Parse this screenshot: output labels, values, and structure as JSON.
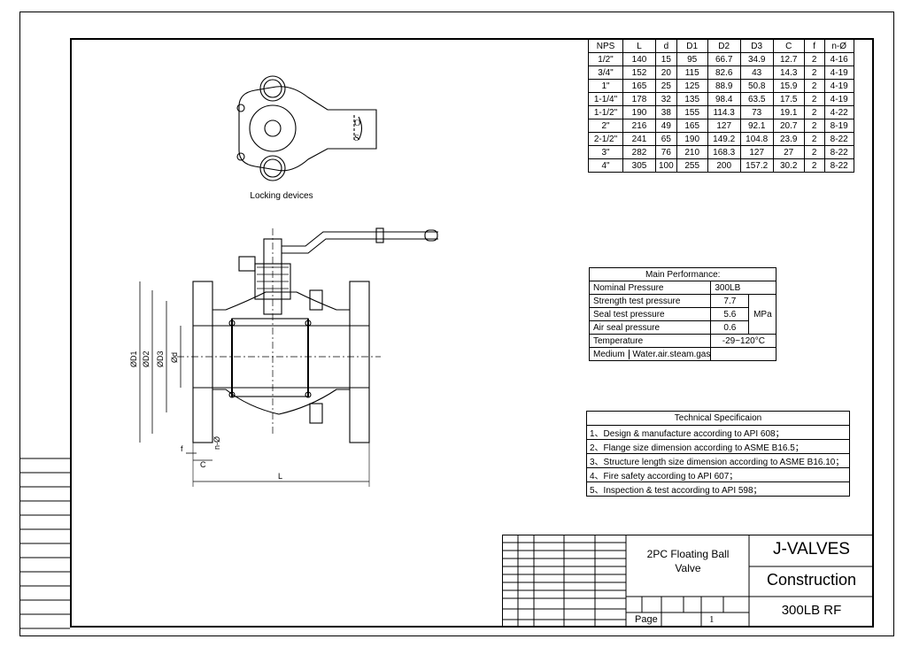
{
  "dimension_table": {
    "headers": [
      "NPS",
      "L",
      "d",
      "D1",
      "D2",
      "D3",
      "C",
      "f",
      "n-Ø"
    ],
    "rows": [
      [
        "1/2\"",
        "140",
        "15",
        "95",
        "66.7",
        "34.9",
        "12.7",
        "2",
        "4-16"
      ],
      [
        "3/4\"",
        "152",
        "20",
        "115",
        "82.6",
        "43",
        "14.3",
        "2",
        "4-19"
      ],
      [
        "1\"",
        "165",
        "25",
        "125",
        "88.9",
        "50.8",
        "15.9",
        "2",
        "4-19"
      ],
      [
        "1-1/4\"",
        "178",
        "32",
        "135",
        "98.4",
        "63.5",
        "17.5",
        "2",
        "4-19"
      ],
      [
        "1-1/2\"",
        "190",
        "38",
        "155",
        "114.3",
        "73",
        "19.1",
        "2",
        "4-22"
      ],
      [
        "2\"",
        "216",
        "49",
        "165",
        "127",
        "92.1",
        "20.7",
        "2",
        "8-19"
      ],
      [
        "2-1/2\"",
        "241",
        "65",
        "190",
        "149.2",
        "104.8",
        "23.9",
        "2",
        "8-22"
      ],
      [
        "3\"",
        "282",
        "76",
        "210",
        "168.3",
        "127",
        "27",
        "2",
        "8-22"
      ],
      [
        "4\"",
        "305",
        "100",
        "255",
        "200",
        "157.2",
        "30.2",
        "2",
        "8-22"
      ]
    ]
  },
  "main_performance": {
    "title": "Main Performance:",
    "rows": [
      {
        "label": "Nominal Pressure",
        "value": "300LB"
      },
      {
        "label": "Strength test pressure",
        "value": "7.7"
      },
      {
        "label": "Seal test pressure",
        "value": "5.6"
      },
      {
        "label": "Air seal pressure",
        "value": "0.6"
      },
      {
        "label": "Temperature",
        "value": "-29~120°C"
      },
      {
        "label": "Medium",
        "value": "Water.air.steam.gas"
      }
    ],
    "unit": "MPa"
  },
  "technical_spec": {
    "title": "Technical Specificaion",
    "items": [
      "1、Design & manufacture according to API 608；",
      "2、Flange size dimension according to ASME B16.5；",
      "3、Structure length size dimension according to ASME B16.10；",
      "4、Fire safety according to API 607；",
      "5、Inspection & test according to API 598；"
    ]
  },
  "drawing": {
    "locking_label": "Locking devices",
    "lock_o": "O",
    "lock_s": "S",
    "dim_d1": "ØD1",
    "dim_d2": "ØD2",
    "dim_d3": "ØD3",
    "dim_d": "Ød",
    "dim_n": "n-Ø",
    "dim_f": "f",
    "dim_c": "C",
    "dim_l": "L"
  },
  "title_block": {
    "product": "2PC Floating Ball Valve",
    "company": "J-VALVES",
    "doc_type": "Construction",
    "rating": "300LB RF",
    "page_label": "Page",
    "page_number": "1"
  }
}
